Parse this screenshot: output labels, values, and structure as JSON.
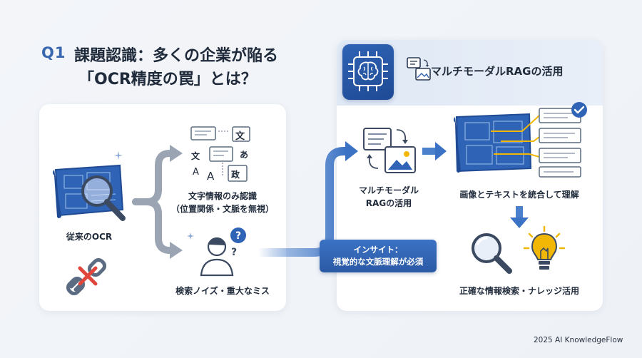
{
  "title": {
    "q_number": "Q1",
    "line1": "課題認識：多くの企業が陥る",
    "line2": "「OCR精度の罠」とは？"
  },
  "left_panel": {
    "ocr_label": "従来のOCR",
    "text_only_label_1": "文字情報のみ認識",
    "text_only_label_2": "（位置関係・文脈を無視）",
    "noise_label": "検索ノイズ・重大なミス",
    "glyphs": [
      "文",
      "文",
      "あ",
      "A",
      "A",
      "政"
    ]
  },
  "insight": {
    "line1": "インサイト：",
    "line2": "視覚的な文脈理解が必須"
  },
  "right_panel": {
    "header_label": "マルチモーダルRAGの活用",
    "rag_label_1": "マルチモーダル",
    "rag_label_2": "RAGの活用",
    "integrate_label": "画像とテキストを統合して理解",
    "accurate_label": "正確な情報検索・ナレッジ活用"
  },
  "footer": "2025 AI KnowledgeFlow",
  "colors": {
    "accent": "#3a68b0",
    "dark_blue": "#1f4a94",
    "arrow_gray": "#9aa4b2",
    "yellow": "#f2b705",
    "red": "#e0463c"
  }
}
